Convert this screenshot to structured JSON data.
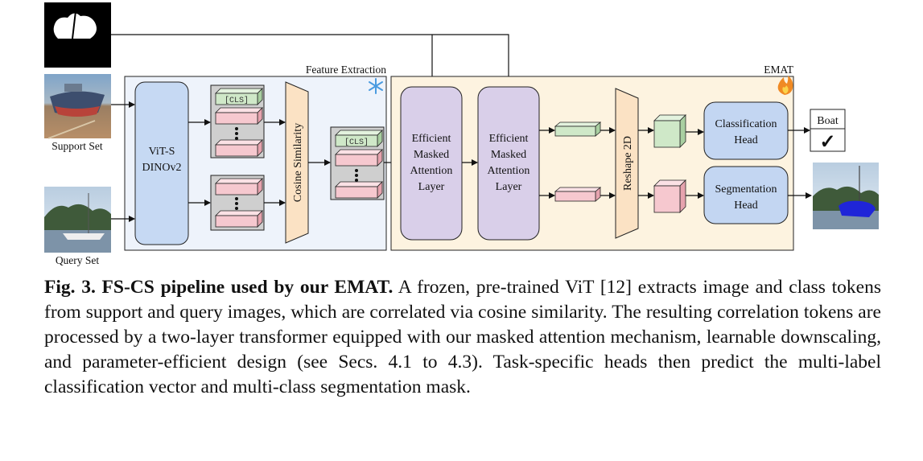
{
  "figure": {
    "inputs": {
      "support_label": "Support Set",
      "query_label": "Query Set"
    },
    "feature_extraction": {
      "title": "Feature Extraction",
      "backbone_line1": "ViT-S",
      "backbone_line2": "DINOv2",
      "cls_token": "[CLS]",
      "cosine_label": "Cosine Similarity",
      "frozen_icon": "snowflake-icon"
    },
    "emat": {
      "title": "EMAT",
      "trainable_icon": "flame-icon",
      "layer1": [
        "Efficient",
        "Masked",
        "Attention",
        "Layer"
      ],
      "layer2": [
        "Efficient",
        "Masked",
        "Attention",
        "Layer"
      ],
      "reshape_label": "Reshape 2D",
      "cls_head": [
        "Classification",
        "Head"
      ],
      "seg_head": [
        "Segmentation",
        "Head"
      ]
    },
    "output": {
      "class_label": "Boat",
      "check_mark": "✓"
    },
    "colors": {
      "fe_bg": "#eef3fb",
      "emat_bg": "#fdf3e0",
      "backbone": "#c6d9f3",
      "attention": "#d9cfe9",
      "reshape": "#fbe2c4",
      "cls_token": "#cfe8c8",
      "img_token": "#f6c8cf",
      "head": "#c3d6f2",
      "token_panel": "#cfcfcf"
    }
  },
  "caption": {
    "lead": "Fig. 3. FS-CS pipeline used by our EMAT.",
    "body": " A frozen, pre-trained ViT [12] extracts image and class tokens from support and query images, which are correlated via cosine similarity. The resulting correlation tokens are processed by a two-layer transformer equipped with our masked attention mechanism, learnable downscaling, and parameter-efficient design (see Secs. 4.1 to 4.3). Task-specific heads then predict the multi-label classification vector and multi-class segmentation mask."
  }
}
